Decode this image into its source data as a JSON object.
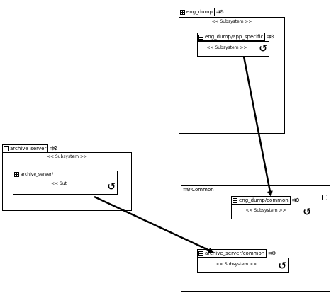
{
  "diagram": {
    "nodes": {
      "eng_dump": {
        "name": "eng_dump",
        "stereotype": "<< Subsystem >>",
        "inner": {
          "name": "eng_dump/app_specific",
          "stereotype": "<< Subsystem >>",
          "loop_glyph": "↺"
        },
        "decor": "⇉⚙"
      },
      "archive_server": {
        "name": "archive_server",
        "stereotype": "<< Subsystem >>",
        "inner": {
          "name": "archive_server/",
          "stereotype": "<< Sut",
          "loop_glyph": "↺"
        },
        "decor": "⇉⚙"
      },
      "common": {
        "name": "Common",
        "decor": "⇉⚙",
        "inner_top": {
          "name": "eng_dump/common",
          "stereotype": "<< Subsystem >>",
          "loop_glyph": "↺"
        },
        "inner_bottom": {
          "name": "archive_server/common",
          "stereotype": "<< Subsystem >>",
          "loop_glyph": "↺"
        }
      }
    },
    "edges": [
      {
        "from": "eng_dump/app_specific",
        "to": "eng_dump/common"
      },
      {
        "from": "archive_server/",
        "to": "archive_server/common"
      }
    ]
  },
  "icons": {
    "subsystem": "grid-icon",
    "decoration": "subsystem-decoration-icon",
    "loop": "refresh-icon",
    "note": "note-icon"
  }
}
